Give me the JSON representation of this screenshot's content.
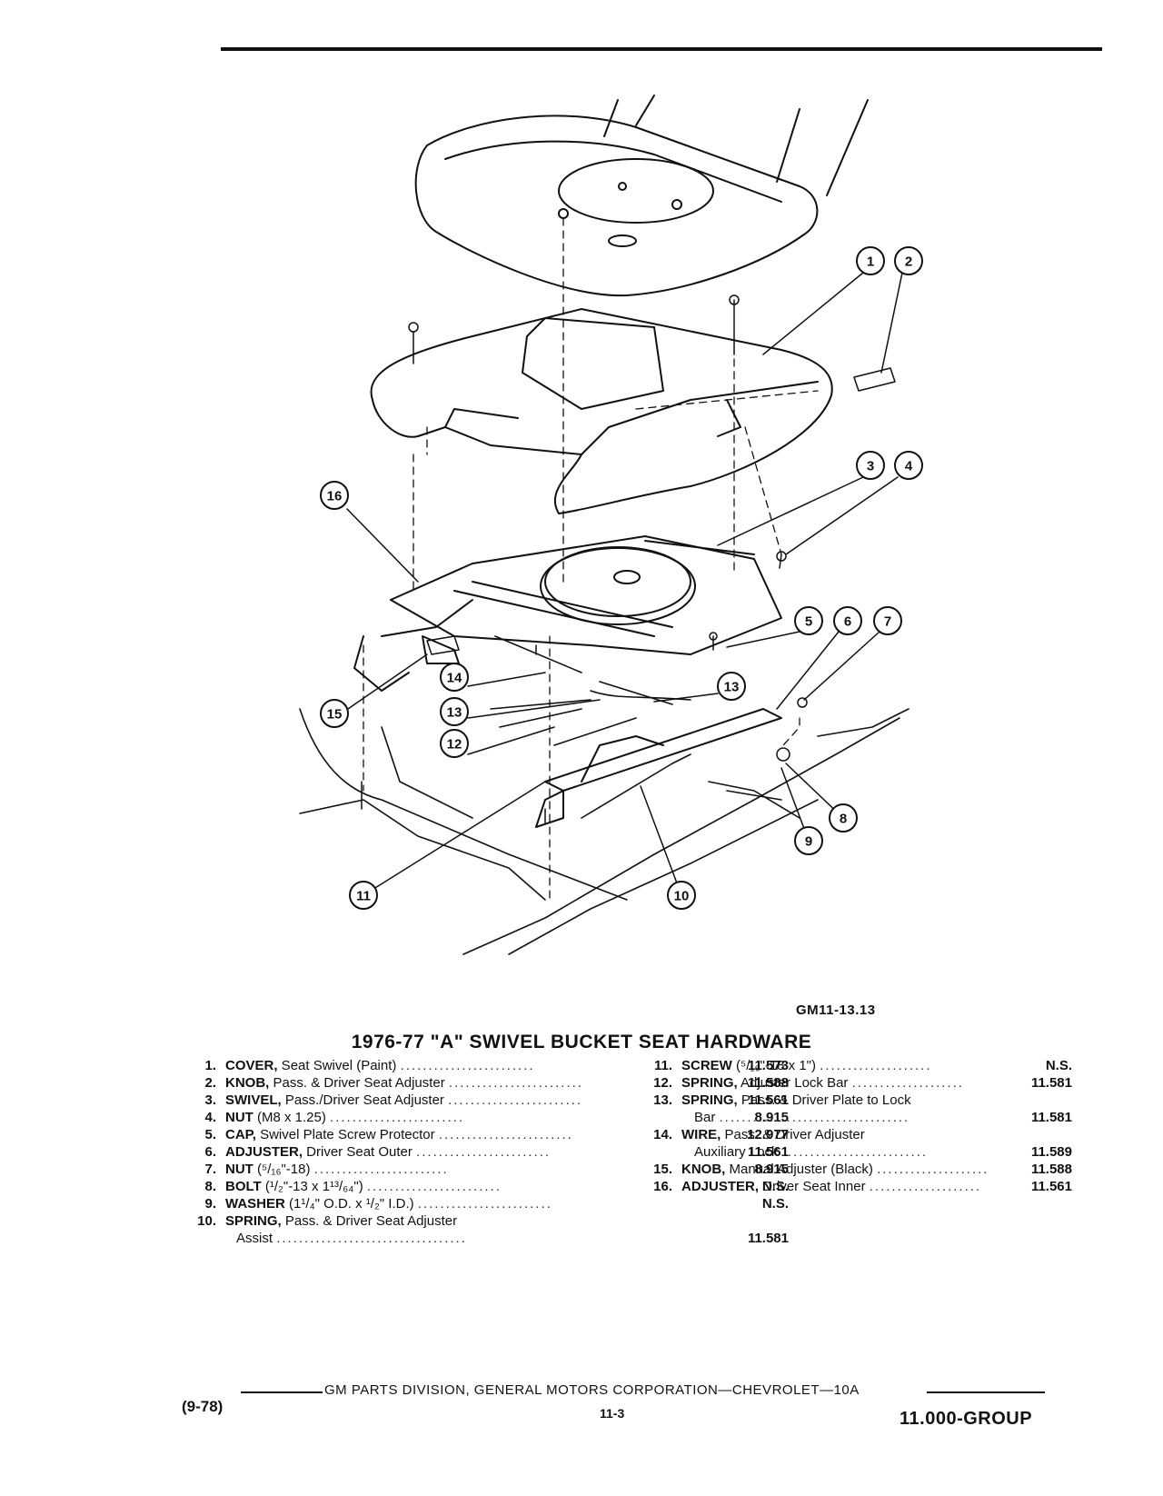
{
  "figure": {
    "id": "GM11-13.13",
    "callouts": [
      "1",
      "2",
      "3",
      "4",
      "5",
      "6",
      "7",
      "8",
      "9",
      "10",
      "11",
      "12",
      "13",
      "13",
      "14",
      "15",
      "16"
    ]
  },
  "title": "1976-77 \"A\" SWIVEL BUCKET SEAT HARDWARE",
  "parts_left": [
    {
      "num": "1.",
      "name": "COVER,",
      "desc": " Seat Swivel (Paint) ",
      "code": "11.573"
    },
    {
      "num": "2.",
      "name": "KNOB,",
      "desc": " Pass. & Driver Seat Adjuster ",
      "code": "11.588"
    },
    {
      "num": "3.",
      "name": "SWIVEL,",
      "desc": " Pass./Driver Seat Adjuster ",
      "code": "11.561"
    },
    {
      "num": "4.",
      "name": "NUT",
      "desc": " (M8 x 1.25) ",
      "code": "8.915"
    },
    {
      "num": "5.",
      "name": "CAP,",
      "desc": " Swivel Plate Screw Protector ",
      "code": "12.977"
    },
    {
      "num": "6.",
      "name": "ADJUSTER,",
      "desc": " Driver Seat Outer ",
      "code": "11.561"
    },
    {
      "num": "7.",
      "name": "NUT",
      "desc": " (⁵/₁₆\"-18) ",
      "code": "8.915"
    },
    {
      "num": "8.",
      "name": "BOLT",
      "desc": " (¹/₂\"-13 x 1¹³/₆₄\") ",
      "code": "N.S."
    },
    {
      "num": "9.",
      "name": "WASHER",
      "desc": " (1¹/₄\" O.D. x ¹/₂\" I.D.) ",
      "code": "N.S."
    },
    {
      "num": "10.",
      "name": "SPRING,",
      "desc": " Pass. & Driver Seat Adjuster",
      "code": ""
    },
    {
      "num": "",
      "name": "",
      "desc": "Assist ",
      "code": "11.581"
    }
  ],
  "parts_right": [
    {
      "num": "11.",
      "name": "SCREW",
      "desc": " (⁵/₁₆\"-18 x 1\") ",
      "code": "N.S."
    },
    {
      "num": "12.",
      "name": "SPRING,",
      "desc": " Adjuster Lock Bar ",
      "code": "11.581"
    },
    {
      "num": "13.",
      "name": "SPRING,",
      "desc": " Pass. & Driver Plate to Lock",
      "code": ""
    },
    {
      "num": "",
      "name": "",
      "desc": "Bar ",
      "code": "11.581"
    },
    {
      "num": "14.",
      "name": "WIRE,",
      "desc": " Pass. & Driver Adjuster",
      "code": ""
    },
    {
      "num": "",
      "name": "",
      "desc": "Auxiliary Lock ",
      "code": "11.589"
    },
    {
      "num": "15.",
      "name": "KNOB,",
      "desc": " Manual Adjuster (Black) ",
      "code": "11.588"
    },
    {
      "num": "16.",
      "name": "ADJUSTER,",
      "desc": " Driver Seat Inner ",
      "code": "11.561"
    }
  ],
  "footer": {
    "line": "GM PARTS DIVISION, GENERAL MOTORS CORPORATION—CHEVROLET—10A",
    "date": "(9-78)",
    "page": "11-3",
    "group": "11.000-GROUP"
  }
}
